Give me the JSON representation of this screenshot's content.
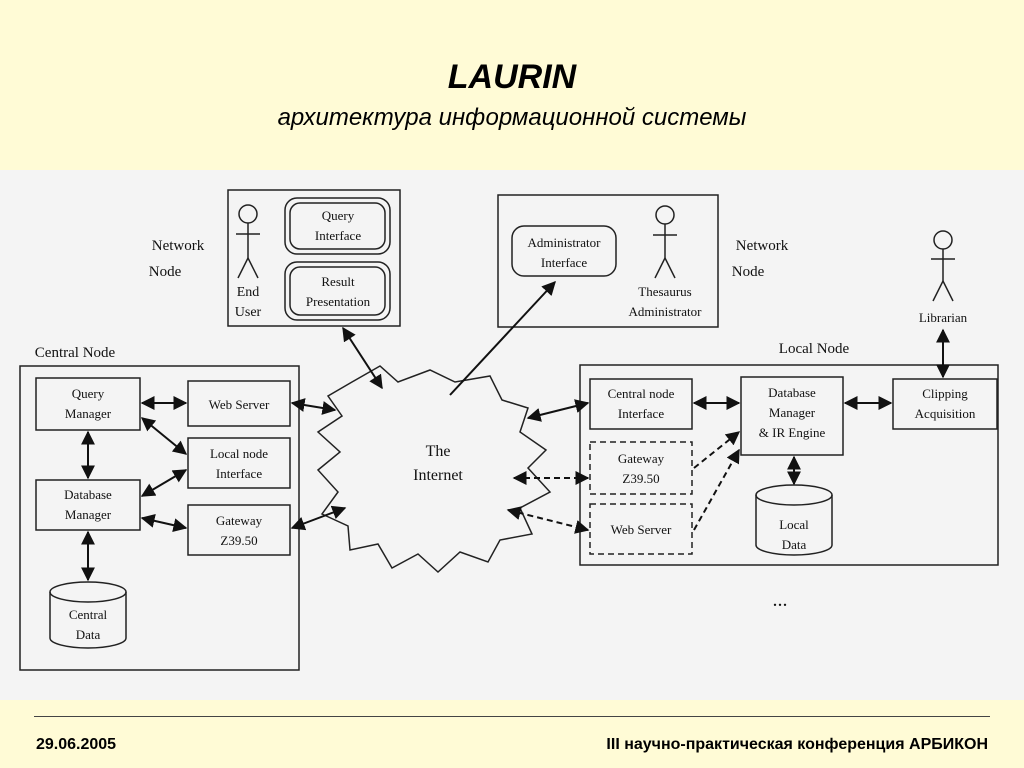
{
  "header": {
    "title": "LAURIN",
    "subtitle": "архитектура информационной системы"
  },
  "footer": {
    "date": "29.06.2005",
    "conference": "III научно-практическая конференция АРБИКОН"
  },
  "diagram": {
    "network_node_left": [
      "Network",
      "Node"
    ],
    "network_node_right": [
      "Network",
      "Node"
    ],
    "end_user": [
      "End",
      "User"
    ],
    "query_interface": [
      "Query",
      "Interface"
    ],
    "result_presentation": [
      "Result",
      "Presentation"
    ],
    "administrator_interface": [
      "Administrator",
      "Interface"
    ],
    "thesaurus_administrator": [
      "Thesaurus",
      "Administrator"
    ],
    "librarian": "Librarian",
    "central_node": "Central Node",
    "local_node": "Local Node",
    "query_manager": [
      "Query",
      "Manager"
    ],
    "web_server_central": "Web Server",
    "local_node_interface": [
      "Local node",
      "Interface"
    ],
    "database_manager": [
      "Database",
      "Manager"
    ],
    "gateway_central": [
      "Gateway",
      "Z39.50"
    ],
    "central_data": [
      "Central",
      "Data"
    ],
    "internet": [
      "The",
      "Internet"
    ],
    "central_node_interface": [
      "Central node",
      "Interface"
    ],
    "db_manager_ir": [
      "Database",
      "Manager",
      "& IR Engine"
    ],
    "clipping_acquisition": [
      "Clipping",
      "Acquisition"
    ],
    "gateway_local": [
      "Gateway",
      "Z39.50"
    ],
    "web_server_local": "Web Server",
    "local_data": [
      "Local",
      "Data"
    ],
    "ellipsis": "..."
  }
}
